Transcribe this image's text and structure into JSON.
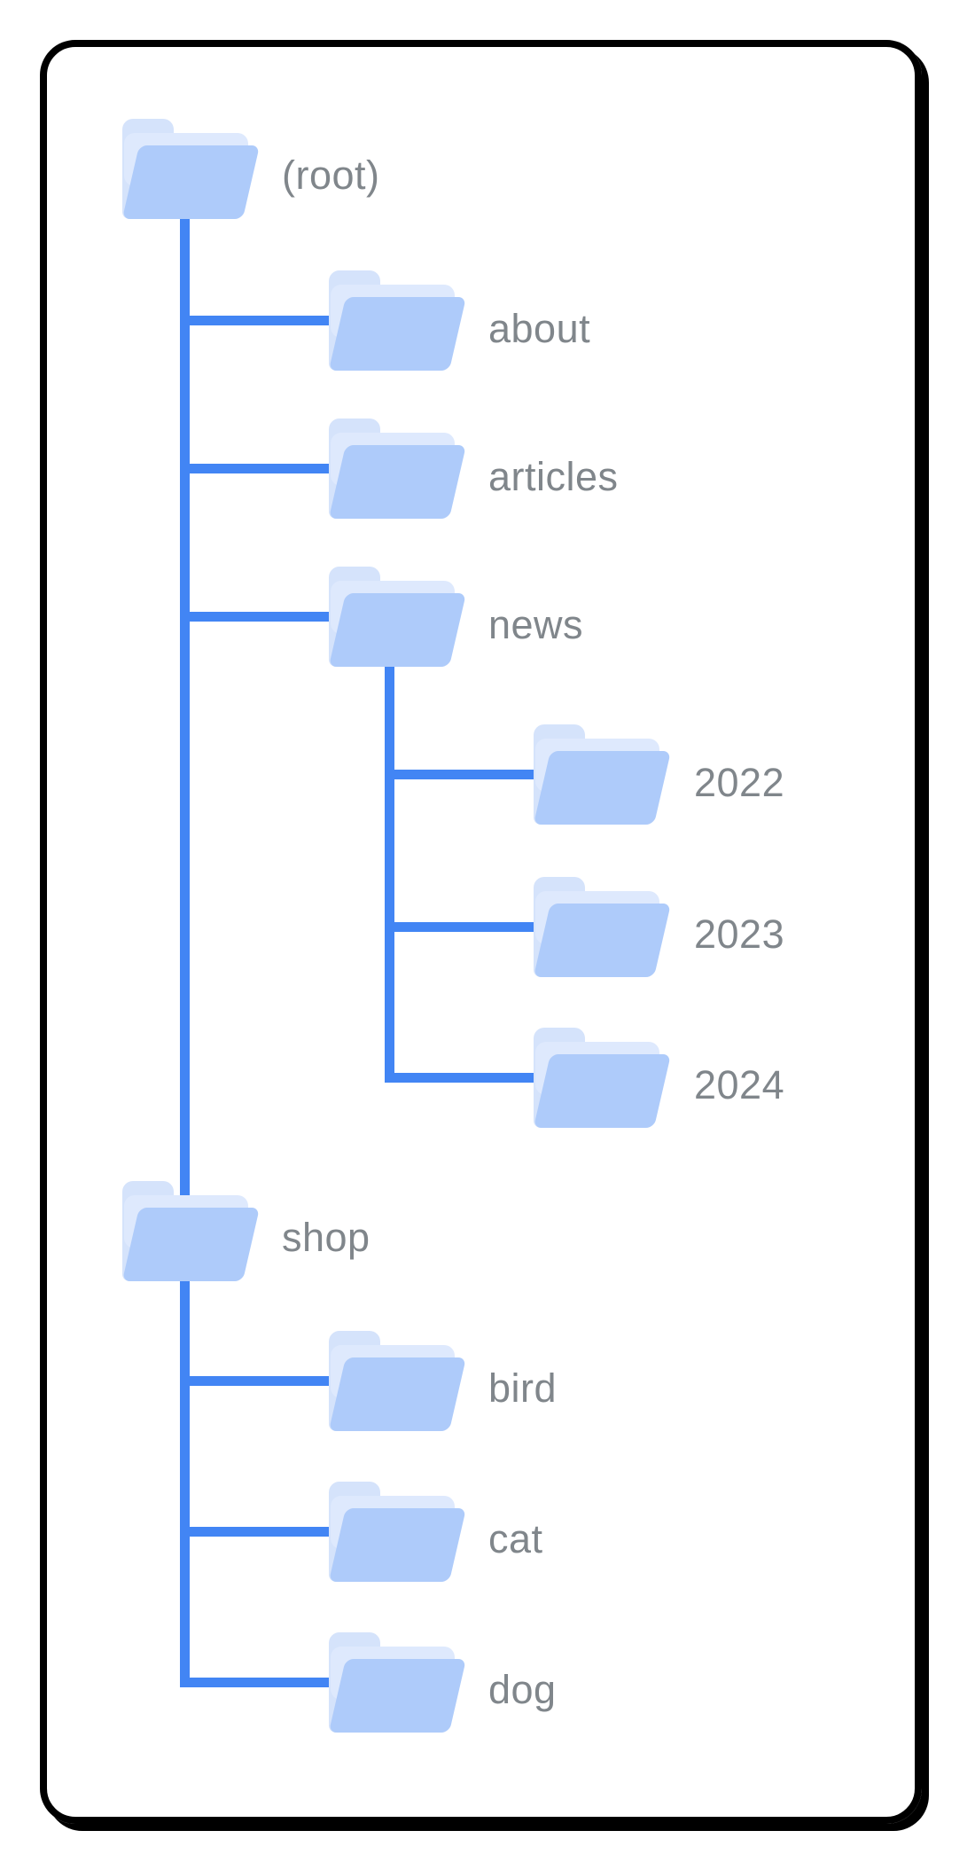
{
  "diagram": {
    "type": "folder-tree",
    "nodes": [
      {
        "id": "root",
        "label": "(root)",
        "depth": 0,
        "parent": null
      },
      {
        "id": "about",
        "label": "about",
        "depth": 1,
        "parent": "root"
      },
      {
        "id": "articles",
        "label": "articles",
        "depth": 1,
        "parent": "root"
      },
      {
        "id": "news",
        "label": "news",
        "depth": 1,
        "parent": "root"
      },
      {
        "id": "y2022",
        "label": "2022",
        "depth": 2,
        "parent": "news"
      },
      {
        "id": "y2023",
        "label": "2023",
        "depth": 2,
        "parent": "news"
      },
      {
        "id": "y2024",
        "label": "2024",
        "depth": 2,
        "parent": "news"
      },
      {
        "id": "shop",
        "label": "shop",
        "depth": 1,
        "parent": "root"
      },
      {
        "id": "bird",
        "label": "bird",
        "depth": 2,
        "parent": "shop"
      },
      {
        "id": "cat",
        "label": "cat",
        "depth": 2,
        "parent": "shop"
      },
      {
        "id": "dog",
        "label": "dog",
        "depth": 2,
        "parent": "shop"
      }
    ]
  },
  "colors": {
    "background": "#ffffff",
    "card_border": "#000000",
    "connector": "#4285f4",
    "folder_front": "#aecbfa",
    "folder_back": "#d5e3fb",
    "folder_sheet": "#dee9fd",
    "label_text": "#80868b"
  }
}
